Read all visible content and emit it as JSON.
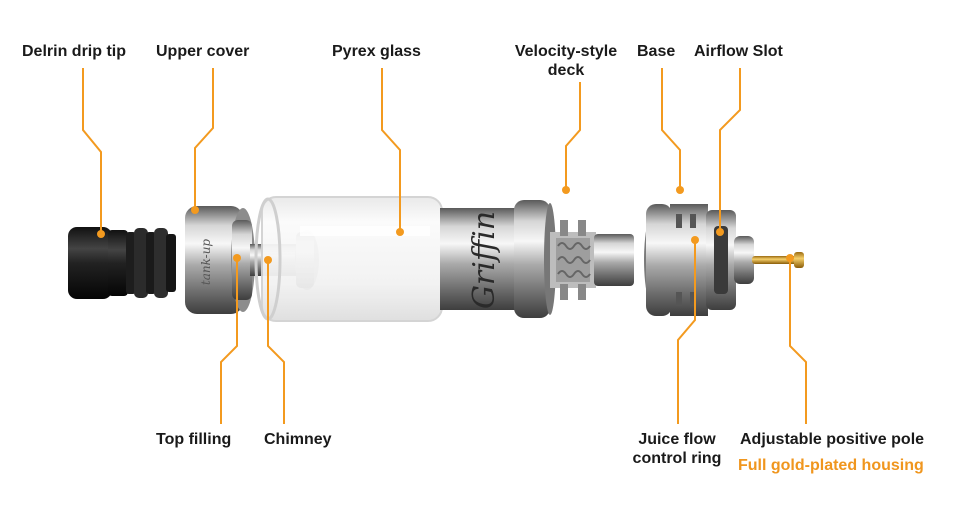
{
  "diagram": {
    "accent_color": "#f39a1f",
    "labels": {
      "drip_tip": "Delrin drip tip",
      "upper_cover": "Upper cover",
      "pyrex_glass": "Pyrex glass",
      "deck_line1": "Velocity-style",
      "deck_line2": "deck",
      "base": "Base",
      "airflow_slot": "Airflow Slot",
      "top_filling": "Top  filling",
      "chimney": "Chimney",
      "juice_line1": "Juice flow",
      "juice_line2": "control ring",
      "positive_pole": "Adjustable positive pole",
      "gold_housing": "Full gold-plated housing"
    },
    "engraving": {
      "top_cap": "tank-up",
      "tank_script": "Griffin"
    }
  }
}
